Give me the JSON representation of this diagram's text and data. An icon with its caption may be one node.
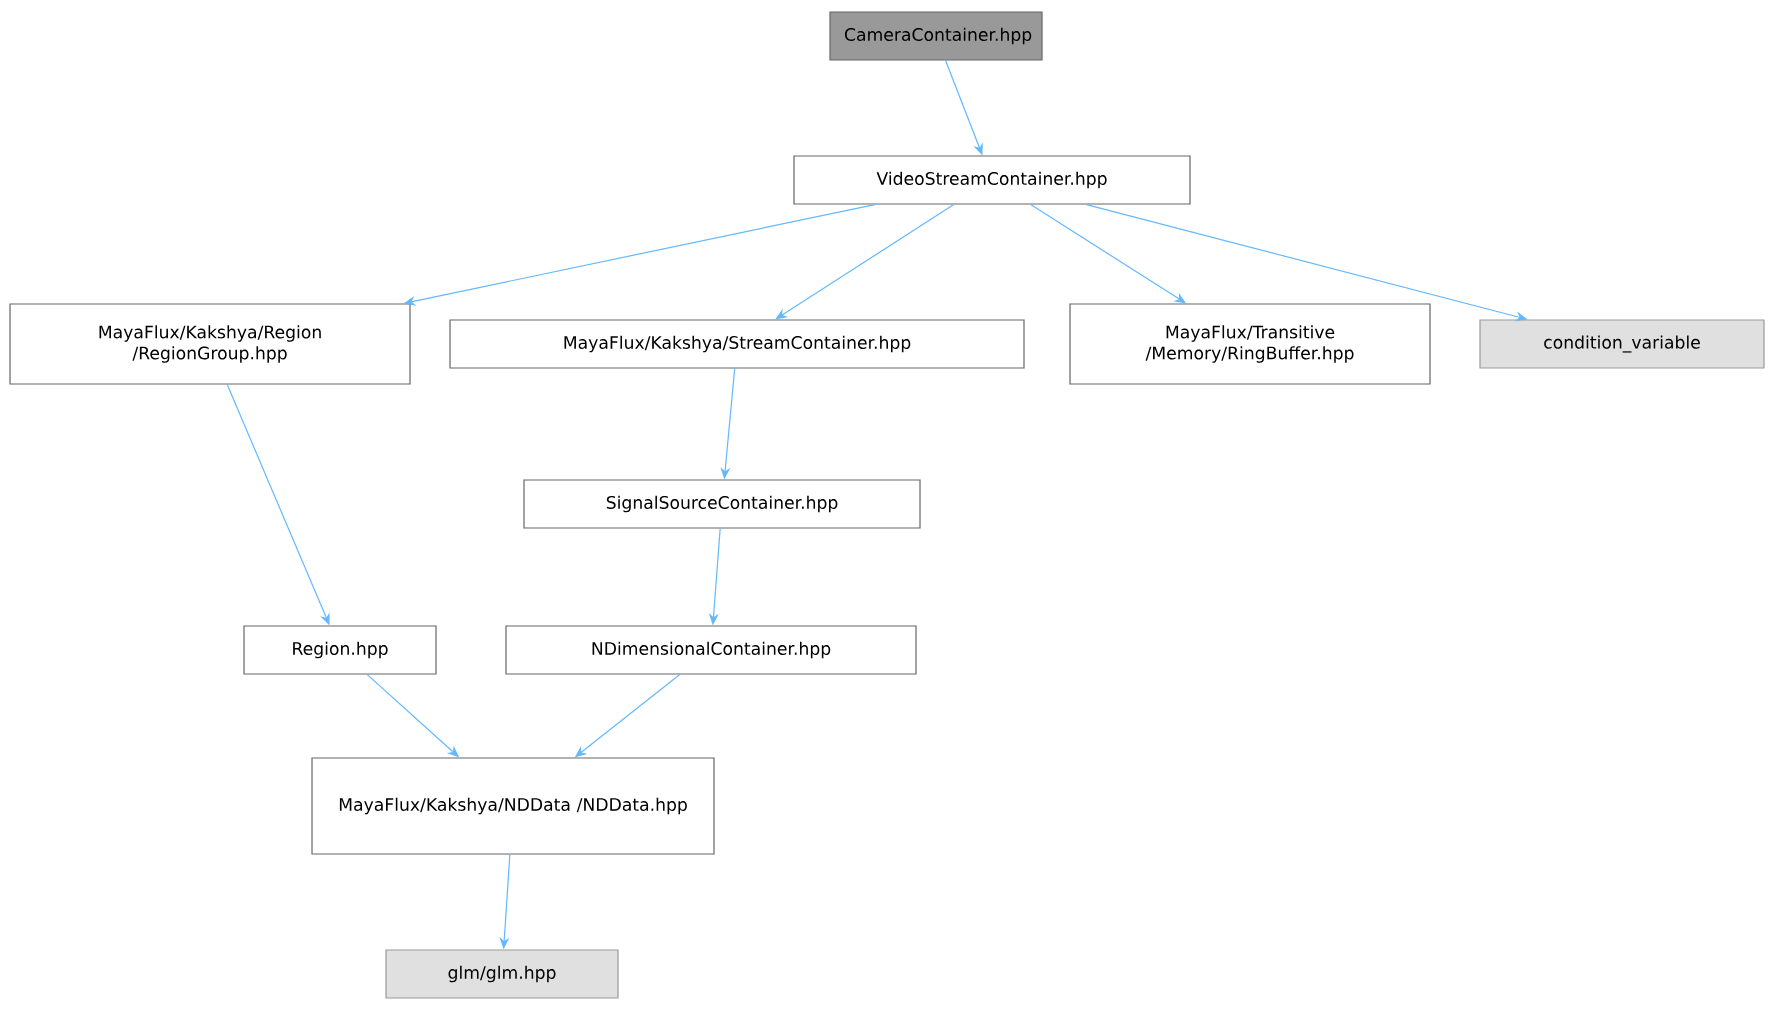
{
  "diagram": {
    "nodes": [
      {
        "text": [
          "CameraContainer.hpp"
        ]
      },
      {
        "text": [
          "VideoStreamContainer.hpp"
        ]
      },
      {
        "text": [
          "MayaFlux/Kakshya/Region /RegionGroup.hpp"
        ]
      },
      {
        "text": [
          "MayaFlux/Kakshya/StreamContainer.hpp"
        ]
      },
      {
        "text": [
          "MayaFlux/Transitive /Memory/RingBuffer.hpp"
        ]
      },
      {
        "text": [
          "condition_variable"
        ]
      },
      {
        "text": [
          "SignalSourceContainer.hpp"
        ]
      },
      {
        "text": [
          "Region.hpp"
        ]
      },
      {
        "text": [
          "NDimensionalContainer.hpp"
        ]
      },
      {
        "text": [
          "MayaFlux/Kakshya/NDData /NDData.hpp"
        ]
      },
      {
        "text": [
          "glm/glm.hpp"
        ]
      }
    ],
    "edges": [
      {
        "from": 0,
        "to": 1,
        "arrow": "to"
      },
      {
        "from": 1,
        "to": 2,
        "arrow": "to"
      },
      {
        "from": 1,
        "to": 3,
        "arrow": "to"
      },
      {
        "from": 1,
        "to": 4,
        "arrow": "to"
      },
      {
        "from": 1,
        "to": 5,
        "arrow": "to"
      },
      {
        "from": 3,
        "to": 6,
        "arrow": "to"
      },
      {
        "from": 6,
        "to": 8,
        "arrow": "to"
      },
      {
        "from": 8,
        "to": 9,
        "arrow": "to"
      },
      {
        "from": 2,
        "to": 7,
        "arrow": "to"
      },
      {
        "from": 7,
        "to": 9,
        "arrow": "to"
      },
      {
        "from": 9,
        "to": 10,
        "arrow": "to"
      }
    ]
  }
}
